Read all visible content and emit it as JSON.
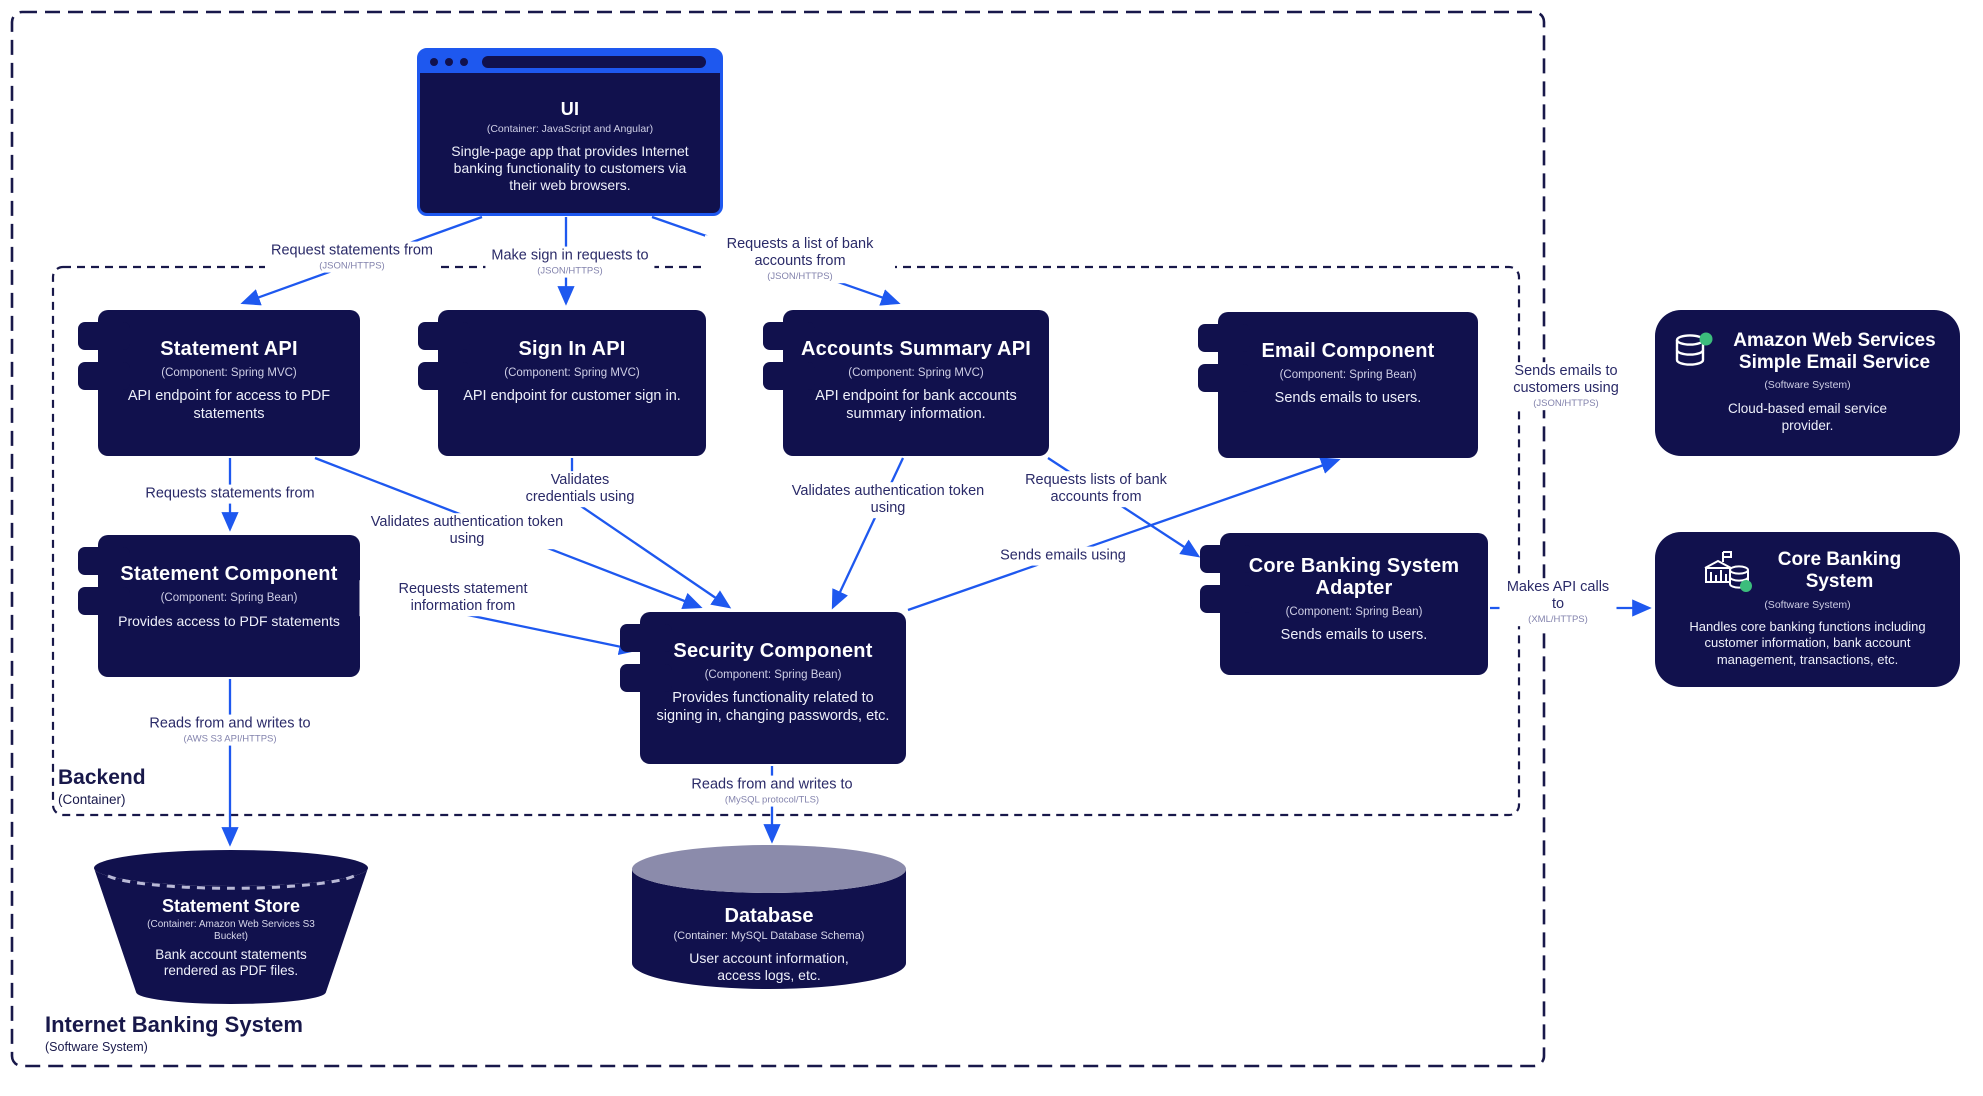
{
  "colors": {
    "navy": "#11114d",
    "blue": "#1e58ef",
    "boundary": "#18184a",
    "label-text": "#2a2a68",
    "proto-text": "#8383ad",
    "db-top": "#8b8bab",
    "green": "#3cbd7c"
  },
  "boundaries": {
    "outer": {
      "title": "Internet Banking System",
      "subtitle": "(Software System)"
    },
    "inner": {
      "title": "Backend",
      "subtitle": "(Container)"
    }
  },
  "nodes": {
    "ui": {
      "title": "UI",
      "subtitle": "(Container:  JavaScript and Angular)",
      "desc": "Single-page app that provides Internet banking functionality to customers via their web browsers."
    },
    "statement_api": {
      "title": "Statement API",
      "subtitle": "(Component:  Spring MVC)",
      "desc": "API endpoint for access to PDF statements"
    },
    "signin_api": {
      "title": "Sign In API",
      "subtitle": "(Component:  Spring MVC)",
      "desc": "API endpoint for customer sign in."
    },
    "accounts_api": {
      "title": "Accounts Summary API",
      "subtitle": "(Component:  Spring MVC)",
      "desc": "API endpoint for bank accounts summary information."
    },
    "email_component": {
      "title": "Email Component",
      "subtitle": "(Component:  Spring Bean)",
      "desc": "Sends emails to users."
    },
    "statement_component": {
      "title": "Statement Component",
      "subtitle": "(Component:  Spring Bean)",
      "desc": "Provides access to PDF statements"
    },
    "security_component": {
      "title": "Security Component",
      "subtitle": "(Component:  Spring Bean)",
      "desc": "Provides functionality related to signing in, changing passwords, etc."
    },
    "cbs_adapter": {
      "title": "Core Banking System Adapter",
      "subtitle": "(Component:  Spring Bean)",
      "desc": "Sends emails to users."
    },
    "aws_ses": {
      "title": "Amazon Web Services Simple Email Service",
      "subtitle": "(Software System)",
      "desc": "Cloud-based email service provider."
    },
    "core_banking": {
      "title": "Core Banking System",
      "subtitle": "(Software System)",
      "desc": "Handles core banking functions including customer information, bank account management, transactions, etc."
    },
    "statement_store": {
      "title": "Statement Store",
      "subtitle": "(Container: Amazon Web Services S3 Bucket)",
      "desc": "Bank account statements rendered as PDF files."
    },
    "database": {
      "title": "Database",
      "subtitle": "(Container:  MySQL Database Schema)",
      "desc": "User account information, access logs, etc."
    }
  },
  "edges": {
    "ui_statement": {
      "label": "Request statements from",
      "protocol": "(JSON/HTTPS)"
    },
    "ui_signin": {
      "label": "Make sign in requests to",
      "protocol": "(JSON/HTTPS)"
    },
    "ui_accounts": {
      "label": "Requests a list of bank accounts from",
      "protocol": "(JSON/HTTPS)"
    },
    "stmtapi_stmtcomp": {
      "label": "Requests statements from"
    },
    "stmtapi_security": {
      "label": "Validates authentication token using"
    },
    "signin_security": {
      "label": "Validates credentials using"
    },
    "accounts_security": {
      "label": "Validates authentication token using"
    },
    "accounts_adapter": {
      "label": "Requests lists of bank accounts from"
    },
    "security_email": {
      "label": "Sends emails using"
    },
    "stmtcomp_security": {
      "label": "Requests statement information from"
    },
    "stmtcomp_store": {
      "label": "Reads from and writes to",
      "protocol": "(AWS S3 API/HTTPS)"
    },
    "security_db": {
      "label": "Reads from and writes to",
      "protocol": "(MySQL protocol/TLS)"
    },
    "email_ses": {
      "label": "Sends emails to customers using",
      "protocol": "(JSON/HTTPS)"
    },
    "adapter_cbs": {
      "label": "Makes API calls to",
      "protocol": "(XML/HTTPS)"
    }
  }
}
